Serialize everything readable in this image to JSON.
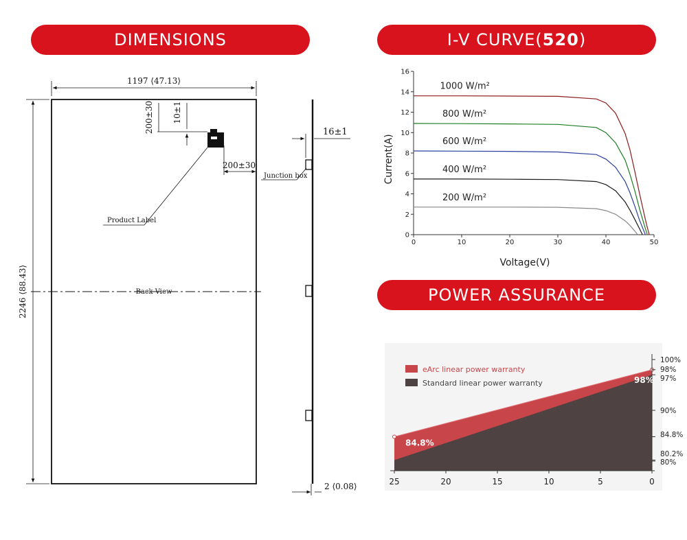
{
  "banners": {
    "dimensions": "DIMENSIONS",
    "iv_prefix": "I-V CURVE(",
    "iv_model": "520",
    "iv_suffix": ")",
    "power": "POWER ASSURANCE"
  },
  "drawing": {
    "width_label": "1197 ⟨47.13⟩",
    "height_label": "2246 ⟨88.43⟩",
    "dim_200_v": "200±30",
    "dim_10": "10±1",
    "dim_200_h": "200±30",
    "product_label": "Product Label",
    "back_view": "Back View",
    "junction_box": "Junction box",
    "dim_16": "16±1",
    "dim_2": "2 ⟨0.08⟩"
  },
  "chart_data": [
    {
      "type": "line",
      "xlabel": "Voltage(V)",
      "ylabel": "Current(A)",
      "xlim": [
        0,
        50
      ],
      "ylim": [
        0,
        16
      ],
      "xticks": [
        0,
        10,
        20,
        30,
        40,
        50
      ],
      "yticks": [
        0,
        2,
        4,
        6,
        8,
        10,
        12,
        14,
        16
      ],
      "grid": false,
      "series": [
        {
          "name": "1000 W/m²",
          "color": "#8b1a1a",
          "x": [
            0,
            10,
            20,
            30,
            38,
            40,
            42,
            44,
            45,
            46,
            47,
            48,
            48.5,
            49
          ],
          "y": [
            13.6,
            13.6,
            13.58,
            13.55,
            13.3,
            12.9,
            11.9,
            9.9,
            8.3,
            6.2,
            4.0,
            1.9,
            0.9,
            0
          ]
        },
        {
          "name": "800 W/m²",
          "color": "#1e7d22",
          "x": [
            0,
            10,
            20,
            30,
            38,
            40,
            42,
            44,
            45,
            46,
            47,
            48,
            48.6
          ],
          "y": [
            10.9,
            10.88,
            10.85,
            10.8,
            10.5,
            10.0,
            9.0,
            7.3,
            5.9,
            4.3,
            2.5,
            0.9,
            0
          ]
        },
        {
          "name": "600 W/m²",
          "color": "#2a3f9d",
          "x": [
            0,
            10,
            20,
            30,
            38,
            40,
            42,
            44,
            45,
            46,
            47,
            48.2
          ],
          "y": [
            8.2,
            8.18,
            8.16,
            8.1,
            7.85,
            7.4,
            6.6,
            5.2,
            4.1,
            2.8,
            1.4,
            0
          ]
        },
        {
          "name": "400 W/m²",
          "color": "#1a1a1a",
          "x": [
            0,
            10,
            20,
            30,
            38,
            40,
            42,
            44,
            45,
            46,
            47.6
          ],
          "y": [
            5.45,
            5.45,
            5.43,
            5.4,
            5.2,
            4.9,
            4.3,
            3.2,
            2.4,
            1.5,
            0
          ]
        },
        {
          "name": "200 W/m²",
          "color": "#888888",
          "x": [
            0,
            10,
            20,
            30,
            38,
            40,
            42,
            44,
            45,
            46,
            46.6
          ],
          "y": [
            2.7,
            2.7,
            2.7,
            2.68,
            2.55,
            2.35,
            2.0,
            1.35,
            0.9,
            0.35,
            0
          ]
        }
      ]
    },
    {
      "type": "area",
      "x": [
        25,
        20,
        15,
        10,
        5,
        0
      ],
      "xlim": [
        25,
        0
      ],
      "ylim": [
        80,
        100
      ],
      "yticks_right": [
        "100%",
        "98%",
        "97%",
        "90%",
        "84.8%",
        "80.2%",
        "80%"
      ],
      "ytick_values": [
        100,
        98,
        97,
        90,
        84.8,
        80.2,
        80
      ],
      "legend_position": "top-left",
      "series": [
        {
          "name": "eArc linear power warranty",
          "color": "#c8454a",
          "start": 84.8,
          "end": 98
        },
        {
          "name": "Standard linear power warranty",
          "color": "#4e4242",
          "start": 80.2,
          "end": 97
        }
      ],
      "annotations": [
        "84.8%",
        "98%"
      ]
    }
  ]
}
